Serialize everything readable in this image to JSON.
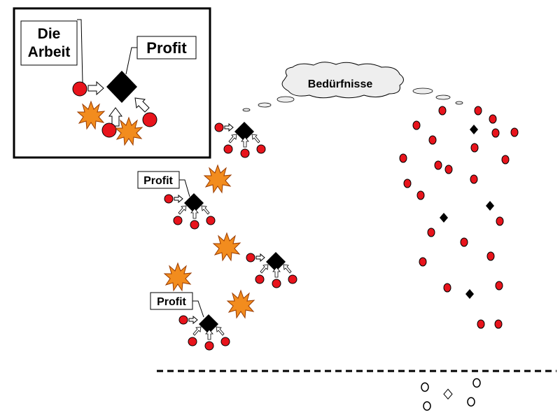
{
  "inset": {
    "worker_label_line1": "Die",
    "worker_label_line2": "Arbeit",
    "profit_label": "Profit"
  },
  "cloud_label": "Bedürfnisse",
  "profit_labels": [
    "Profit",
    "Profit"
  ],
  "colors": {
    "worker_fill": "#e8141c",
    "capital_fill": "#000000",
    "spark_fill": "#f28c1e",
    "spark_stroke": "#9a3b00",
    "cloud_fill": "#eeeeee",
    "divider": "#000000"
  },
  "icons": [
    "worker-circle",
    "capital-diamond",
    "spark-explosion",
    "thought-cloud",
    "arrow"
  ]
}
